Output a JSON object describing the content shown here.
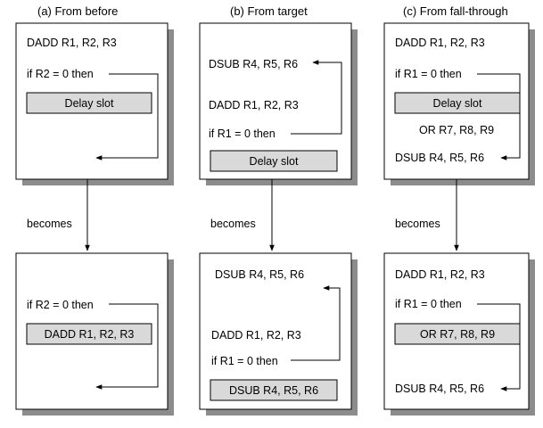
{
  "headers": {
    "a": "(a)  From before",
    "b": "(b)  From target",
    "c": "(c)  From fall-through"
  },
  "becomes": "becomes",
  "a_top": {
    "line1": "DADD R1, R2, R3",
    "line2": "if R2 = 0 then",
    "slot": "Delay slot"
  },
  "a_bottom": {
    "line1": "if R2 = 0 then",
    "slot": "DADD R1, R2, R3"
  },
  "b_top": {
    "line1": "DSUB R4, R5, R6",
    "line2": "DADD R1, R2, R3",
    "line3": "if R1 = 0 then",
    "slot": "Delay slot"
  },
  "b_bottom": {
    "line1": "DSUB R4, R5, R6",
    "line2": "DADD R1, R2, R3",
    "line3": "if R1 = 0 then",
    "slot": "DSUB R4, R5, R6"
  },
  "c_top": {
    "line1": "DADD R1, R2, R3",
    "line2": "if R1 = 0 then",
    "slot": "Delay slot",
    "line3": "OR R7, R8, R9",
    "line4": "DSUB R4, R5, R6"
  },
  "c_bottom": {
    "line1": "DADD R1, R2, R3",
    "line2": "if R1 = 0 then",
    "slot": "OR R7, R8, R9",
    "line3": "DSUB R4, R5, R6"
  }
}
